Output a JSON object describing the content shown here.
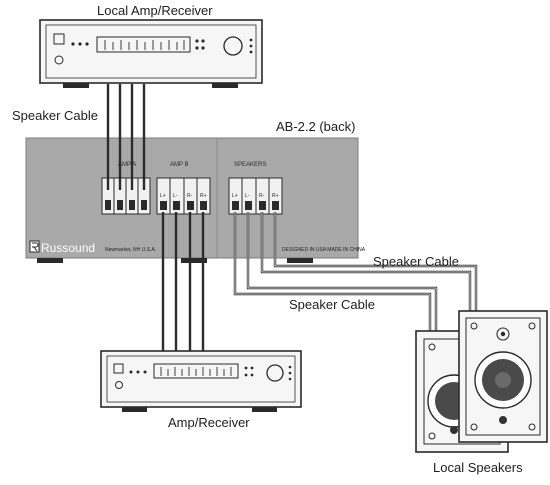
{
  "labels": {
    "local_amp": "Local Amp/Receiver",
    "speaker_cable_left": "Speaker Cable",
    "model": "AB-2.2 (back)",
    "speaker_cable_right_1": "Speaker Cable",
    "speaker_cable_right_2": "Speaker Cable",
    "amp_receiver": "Amp/Receiver",
    "local_speakers": "Local Speakers"
  },
  "panel": {
    "brand": "Russound",
    "location": "Newmarket, NH U.S.A.",
    "made_in": "DESIGNED IN USA  MADE IN CHINA",
    "amp_a_label": "AMP A",
    "amp_b_label": "AMP B",
    "speakers_label": "SPEAKERS",
    "terminals": [
      "L+",
      "L-",
      "R-",
      "R+"
    ]
  },
  "colors": {
    "panel_face": "#a9a9a9",
    "panel_edge": "#7c7c7c",
    "device_face": "#f6f6f6",
    "outline": "#2a2a2a",
    "wire": "#2b2b2b",
    "speaker_cone": "#4a4a4a"
  }
}
